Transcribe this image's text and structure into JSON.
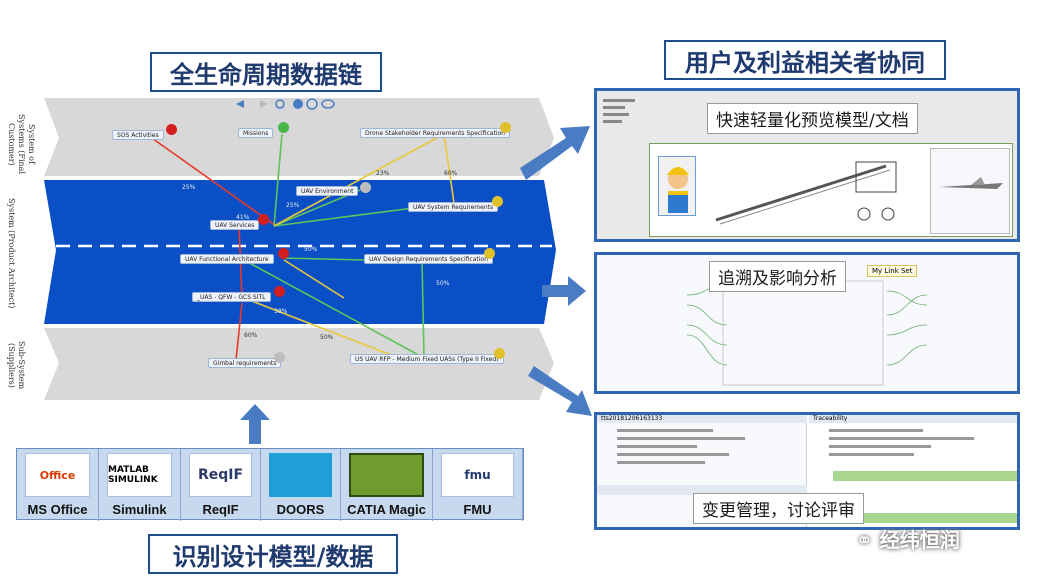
{
  "titles": {
    "lifecycle": "全生命周期数据链",
    "collab": "用户及利益相关者协同",
    "identify": "识别设计模型/数据"
  },
  "levels": {
    "sos": "System of Systems (Final Customer)",
    "system": "System (Product Architect)",
    "subsystem": "Sub-System (Suppliers)"
  },
  "nodes": {
    "sos_activities": "SOS Activities",
    "missions": "Missions",
    "drone_req": "Drone Stakeholder Requirements Specification",
    "uav_env": "UAV Environment",
    "uav_sys_req": "UAV System Requirements",
    "uav_services": "UAV Services",
    "uav_func": "UAV Functional Architecture",
    "uav_design_req": "UAV Design Requirements Specification",
    "uas_qfw": "_UAS - QFW - GCS SITL",
    "gimbal": "Gimbal requirements",
    "us_rfp": "US UAV RFP - Medium Fixed UASs (Type II Fixed)"
  },
  "percent_labels": [
    "25%",
    "25%",
    "23%",
    "60%",
    "50%",
    "50%",
    "60%",
    "50%",
    "38%",
    "41%"
  ],
  "tools": [
    {
      "label": "MS Office",
      "logo": "Office",
      "icon": "office-icon"
    },
    {
      "label": "Simulink",
      "logo": "MATLAB SIMULINK",
      "icon": "simulink-icon"
    },
    {
      "label": "ReqIF",
      "logo": "ReqIF",
      "icon": "reqif-icon"
    },
    {
      "label": "DOORS",
      "logo": "",
      "icon": "doors-icon"
    },
    {
      "label": "CATIA Magic",
      "logo": "",
      "icon": "catia-icon"
    },
    {
      "label": "FMU",
      "logo": "fmu",
      "icon": "fmu-icon"
    }
  ],
  "panels": {
    "preview_caption": "快速轻量化预览模型/文档",
    "trace_caption": "追溯及影响分析",
    "trace_tag": "My Link Set",
    "change_caption": "变更管理，讨论评审",
    "change_left_header": "tts20181206163133",
    "change_right_header": "Traceability"
  },
  "watermark": "经纬恒润",
  "colors": {
    "accent": "#1f4e8c",
    "band": "#0b4fc7",
    "arrow": "#4a7cc4"
  }
}
